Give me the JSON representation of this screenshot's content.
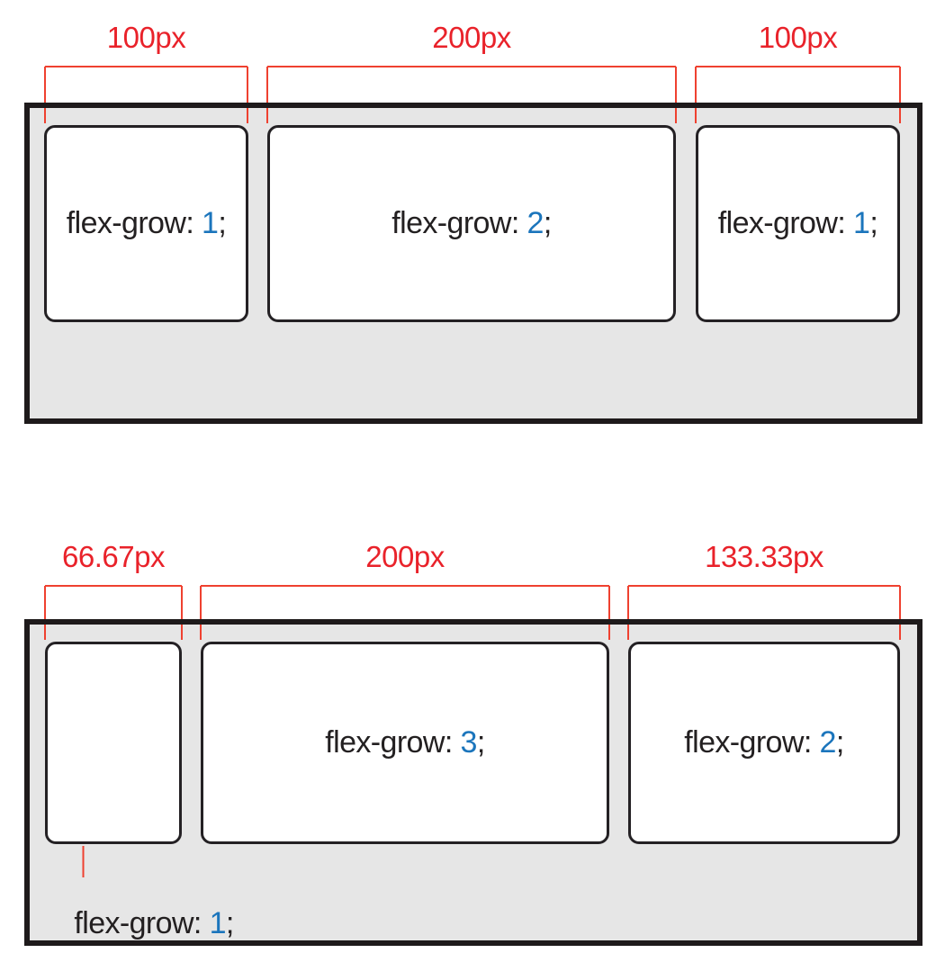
{
  "colors": {
    "label_red": "#e9222a",
    "line_red": "#ef4130",
    "value_blue": "#1b75bc",
    "text_dark": "#232021",
    "container_fill": "#e6e6e6",
    "container_border": "#1e1a1b",
    "item_fill": "#ffffff",
    "item_border": "#242124"
  },
  "diagram1": {
    "measurements": [
      {
        "label": "100px"
      },
      {
        "label": "200px"
      },
      {
        "label": "100px"
      }
    ],
    "items": [
      {
        "prefix": "flex-grow: ",
        "value": "1",
        "suffix": ";"
      },
      {
        "prefix": "flex-grow: ",
        "value": "2",
        "suffix": ";"
      },
      {
        "prefix": "flex-grow: ",
        "value": "1",
        "suffix": ";"
      }
    ]
  },
  "diagram2": {
    "measurements": [
      {
        "label": "66.67px"
      },
      {
        "label": "200px"
      },
      {
        "label": "133.33px"
      }
    ],
    "items": [
      {
        "prefix": "flex-grow: ",
        "value": "3",
        "suffix": ";"
      },
      {
        "prefix": "flex-grow: ",
        "value": "2",
        "suffix": ";"
      }
    ],
    "callout": {
      "prefix": "flex-grow: ",
      "value": "1",
      "suffix": ";"
    }
  }
}
